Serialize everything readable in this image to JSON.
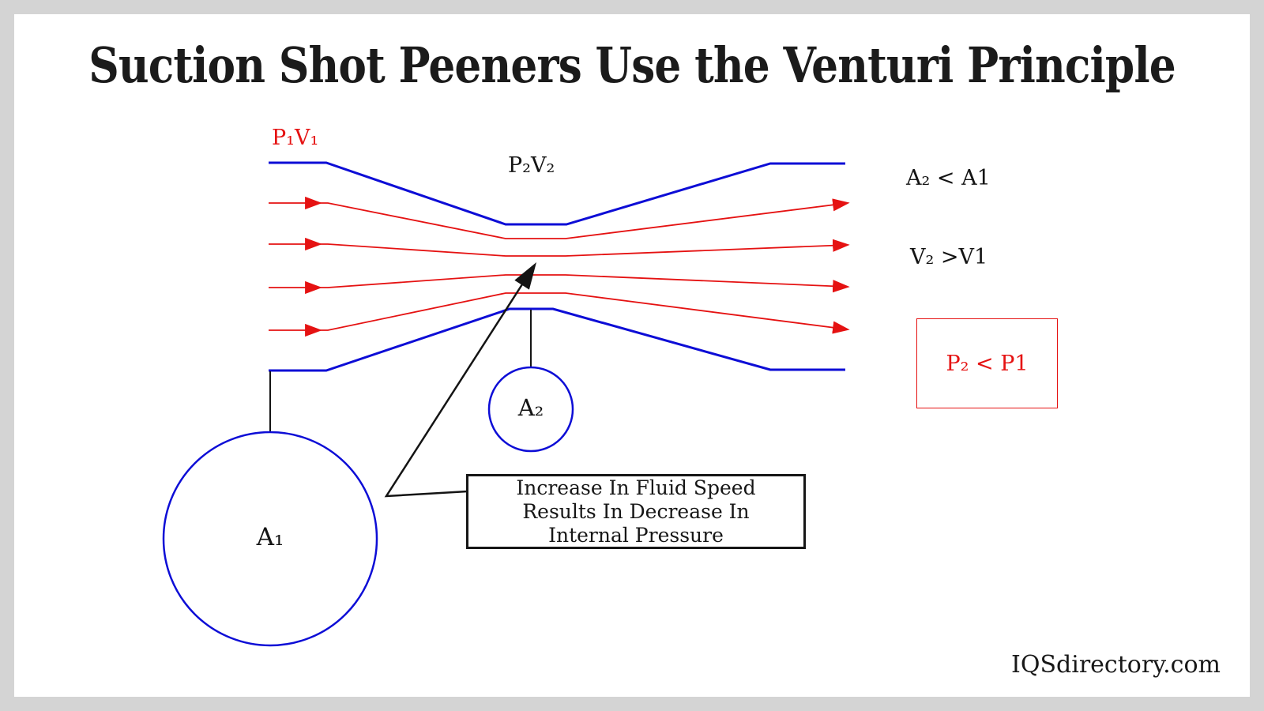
{
  "title": "Suction Shot Peeners Use the Venturi Principle",
  "watermark": "IQSdirectory.com",
  "labels": {
    "p1v1": "P₁V₁",
    "p2v2": "P₂V₂",
    "area_compare": "A₂ < A1",
    "velocity_compare": "V₂ >V1",
    "pressure_compare": "P₂ < P1",
    "a1": "A₁",
    "a2": "A₂"
  },
  "callout": {
    "line1": "Increase In Fluid Speed",
    "line2": "Results In Decrease In",
    "line3": "Internal Pressure"
  },
  "colors": {
    "blue": "#0d0dd6",
    "red": "#e51212",
    "ink": "#141414",
    "frame": "#d4d4d4",
    "paper": "#ffffff"
  }
}
